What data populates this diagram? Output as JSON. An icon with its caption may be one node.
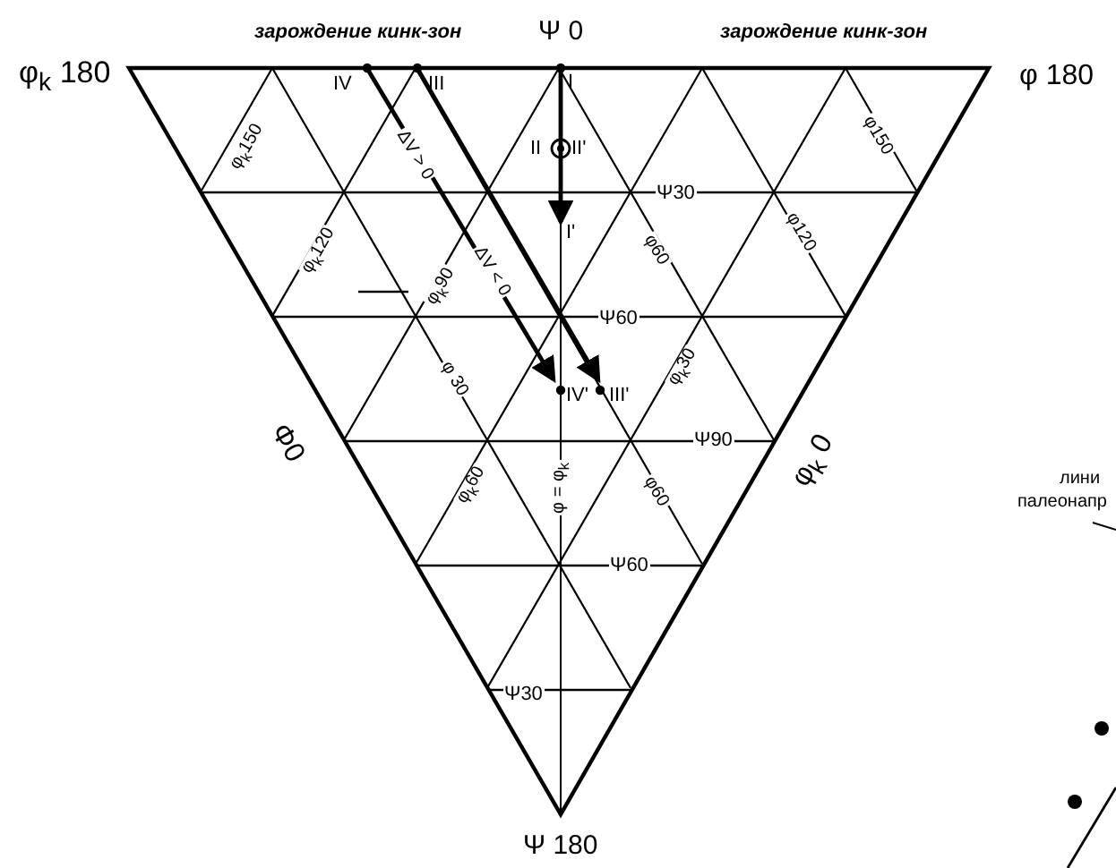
{
  "diagram": {
    "nodes": [
      {
        "text": [
          "I"
        ]
      },
      {
        "text": [
          "II",
          "II'"
        ]
      },
      {
        "text": [
          "I'"
        ]
      },
      {
        "text": [
          "IV"
        ]
      },
      {
        "text": [
          "III"
        ]
      },
      {
        "text": [
          "IV'"
        ]
      },
      {
        "text": [
          "III'"
        ]
      }
    ],
    "edges": [
      {
        "from": 0,
        "to": 2,
        "arrow": "to"
      },
      {
        "from": 3,
        "to": 5,
        "arrow": "to"
      },
      {
        "from": 4,
        "to": 6,
        "arrow": "to"
      }
    ],
    "labels": [
      "зарождение кинк-зон",
      "Ψ 0",
      "зарождение кинк-зон",
      "φ$_{k}$ 180",
      "φ 180",
      "φ$_{k}$150",
      "φ150",
      "Ψ30",
      "φ$_{k}$120",
      "φ60",
      "φ120",
      "φ$_{k}$90",
      "Ψ60",
      "φ 30",
      "φ$_{k}$30",
      "Φ0",
      "φ$_{k}$ 0",
      "Ψ90",
      "φ$_{k}$60",
      "φ = φ$_{k}$",
      "φ60",
      "Ψ60",
      "Ψ30",
      "Ψ 180",
      "лини",
      "палеонапр",
      "ΔV > 0",
      "ΔV < 0"
    ]
  }
}
